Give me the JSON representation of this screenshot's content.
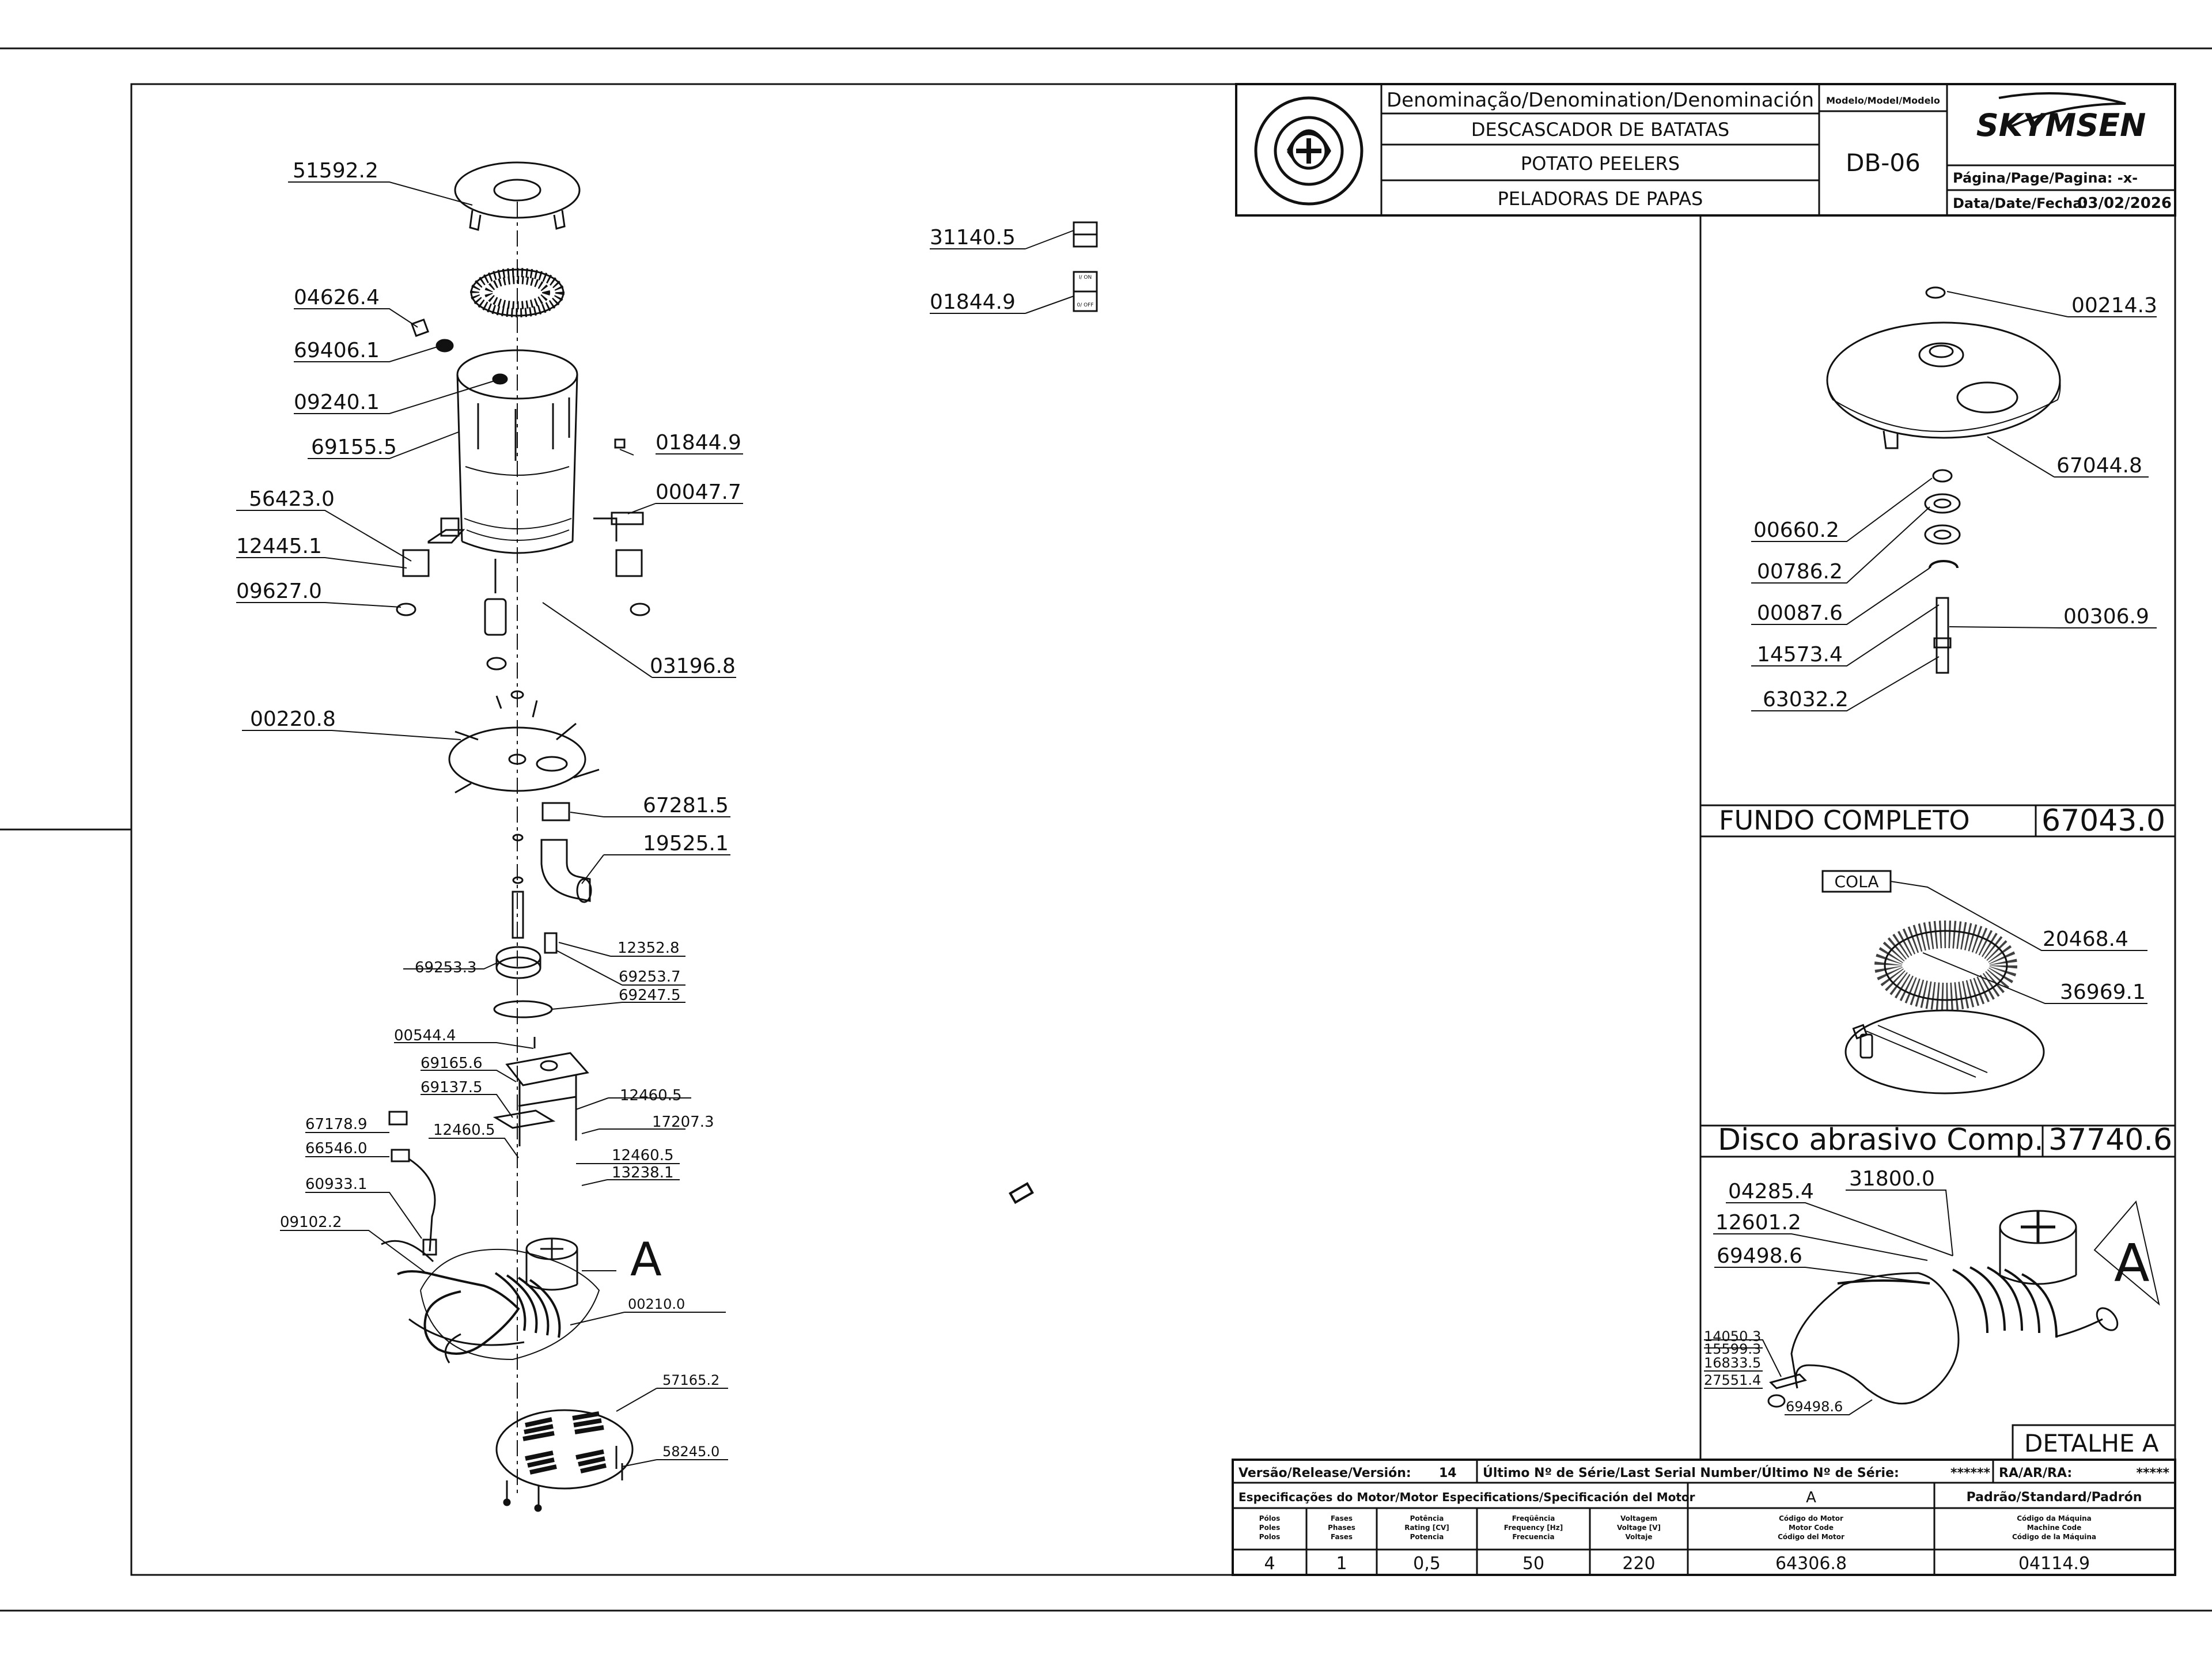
{
  "title_block": {
    "denomination_header": "Denominação/Denomination/Denominación",
    "name_pt": "DESCASCADOR DE BATATAS",
    "name_en": "POTATO PEELERS",
    "name_es": "PELADORAS DE PAPAS",
    "model_header": "Modelo/Model/Modelo",
    "model": "DB-06",
    "brand": "SKYMSEN",
    "page_label": "Página/Page/Pagina: -x-",
    "date_label": "Data/Date/Fecha:",
    "date": "03/02/2026"
  },
  "exploded_labels": [
    "51592.2",
    "04626.4",
    "69406.1",
    "09240.1",
    "69155.5",
    "01844.9",
    "00047.7",
    "56423.0",
    "12445.1",
    "09627.0",
    "03196.8",
    "00220.8",
    "67281.5",
    "19525.1",
    "12352.8",
    "69253.3",
    "69253.7",
    "69247.5",
    "00544.4",
    "69165.6",
    "69137.5",
    "12460.5",
    "17207.3",
    "67178.9",
    "66546.0",
    "12460.5",
    "12460.5",
    "13238.1",
    "60933.1",
    "09102.2",
    "00210.0",
    "57165.2",
    "58245.0"
  ],
  "switch_labels": [
    "31140.5",
    "01844.9"
  ],
  "switch_text": {
    "on": "I/ ON",
    "off": "0/ OFF"
  },
  "detail_a_letter": "A",
  "fundo": {
    "labels": [
      "00214.3",
      "67044.8",
      "00660.2",
      "00786.2",
      "00087.6",
      "00306.9",
      "14573.4",
      "63032.2"
    ],
    "name": "FUNDO COMPLETO",
    "code": "67043.0"
  },
  "disco": {
    "cola": "COLA",
    "labels": [
      "20468.4",
      "36969.1"
    ],
    "name": "Disco abrasivo Comp.",
    "code": "37740.6"
  },
  "detail": {
    "labels": [
      "04285.4",
      "31800.0",
      "12601.2",
      "69498.6",
      "14050.3",
      "15599.3",
      "16833.5",
      "27551.4",
      "69498.6"
    ],
    "letter": "A",
    "title": "DETALHE A"
  },
  "bottom_table": {
    "version_label": "Versão/Release/Versión:",
    "version": "14",
    "serial_label": "Último Nº de Série/Last Serial Number/Último Nº de Série:",
    "serial": "******",
    "ra_label": "RA/AR/RA:",
    "ra": "*****",
    "motor_spec_label": "Especificações do Motor/Motor Especifications/Specificación del Motor",
    "motor_letter": "A",
    "standard_label": "Padrão/Standard/Padrón",
    "col_headers": [
      [
        "Pólos",
        "Poles",
        "Polos"
      ],
      [
        "Fases",
        "Phases",
        "Fases"
      ],
      [
        "Potência",
        "Rating [CV]",
        "Potencia"
      ],
      [
        "Freqüência",
        "Frequency [Hz]",
        "Frecuencia"
      ],
      [
        "Voltagem",
        "Voltage [V]",
        "Voltaje"
      ],
      [
        "Código do Motor",
        "Motor Code",
        "Código del Motor"
      ],
      [
        "Código da Máquina",
        "Machine Code",
        "Código de la Máquina"
      ]
    ],
    "values": [
      "4",
      "1",
      "0,5",
      "50",
      "220",
      "64306.8",
      "04114.9"
    ]
  },
  "colors": {
    "ink": "#111111",
    "paper": "#ffffff"
  }
}
